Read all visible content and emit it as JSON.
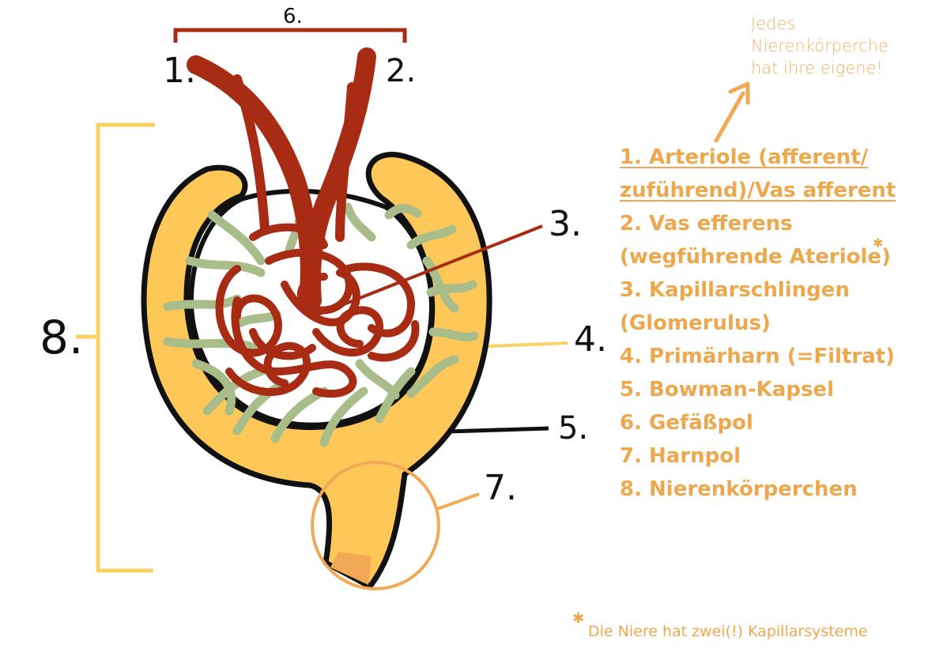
{
  "labels": {
    "n1": "1.",
    "n2": "2.",
    "n3": "3.",
    "n4": "4.",
    "n5": "5.",
    "n6": "6.",
    "n7": "7.",
    "n8": "8."
  },
  "note_top": "Jedes Nierenkörperche hat ihre eigene!",
  "legend": {
    "item1_line1": "1. Arteriole (afferent/",
    "item1_line2": "zuführend)/Vas afferent",
    "item2_line1": "2. Vas efferens",
    "item2_line2": "(wegführende Ateriole)",
    "item3_line1": "3. Kapillarschlingen",
    "item3_line2": "(Glomerulus)",
    "item4": "4. Primärharn (=Filtrat)",
    "item5": "5. Bowman-Kapsel",
    "item6": "6. Gefäßpol",
    "item7": "7. Harnpol",
    "item8": "8. Nierenkörperchen"
  },
  "note_bottom": "Die Niere hat zwei(!) Kapillarsysteme",
  "colors": {
    "vessel": "#a82b14",
    "capsule_fill": "#fdc857",
    "capsule_outline": "#111111",
    "tubule": "#a9bd8a",
    "bracket_yellow": "#fbd160",
    "annotation_orange": "#eda84e",
    "pole_circle": "#f2a955"
  }
}
